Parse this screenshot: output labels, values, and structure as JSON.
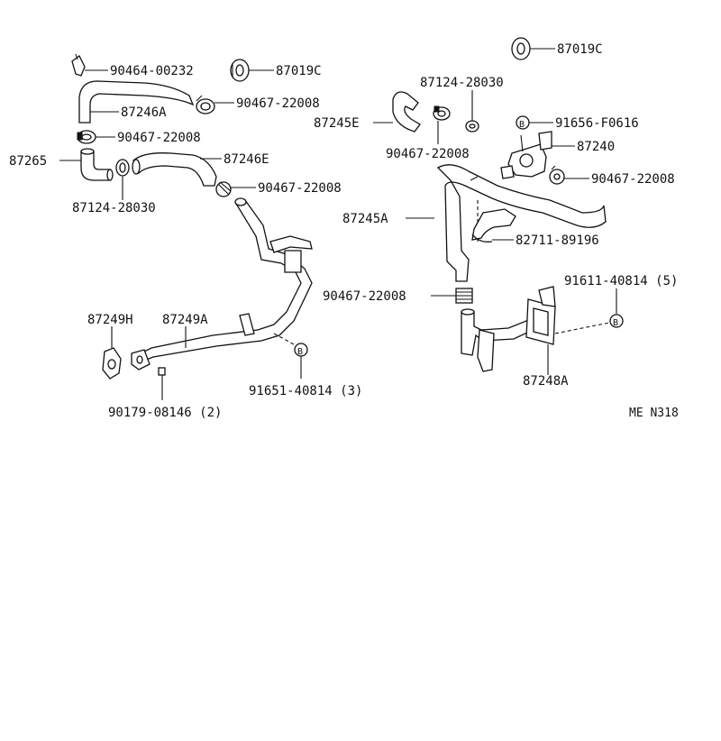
{
  "diagram": {
    "code": "ME N318",
    "callouts": [
      {
        "id": "c01",
        "text": "90464-00232"
      },
      {
        "id": "c02",
        "text": "87019C"
      },
      {
        "id": "c03",
        "text": "90467-22008"
      },
      {
        "id": "c04",
        "text": "87246A"
      },
      {
        "id": "c05",
        "text": "90467-22008"
      },
      {
        "id": "c06",
        "text": "87265"
      },
      {
        "id": "c07",
        "text": "87246E"
      },
      {
        "id": "c08",
        "text": "87124-28030"
      },
      {
        "id": "c09",
        "text": "90467-22008"
      },
      {
        "id": "c10",
        "text": "87249H"
      },
      {
        "id": "c11",
        "text": "87249A"
      },
      {
        "id": "c12",
        "text": "91651-40814 (3)"
      },
      {
        "id": "c13",
        "text": "90179-08146 (2)"
      },
      {
        "id": "c14",
        "text": "87019C"
      },
      {
        "id": "c15",
        "text": "87124-28030"
      },
      {
        "id": "c16",
        "text": "87245E"
      },
      {
        "id": "c17",
        "text": "91656-F0616"
      },
      {
        "id": "c18",
        "text": "90467-22008"
      },
      {
        "id": "c19",
        "text": "87240"
      },
      {
        "id": "c20",
        "text": "90467-22008"
      },
      {
        "id": "c21",
        "text": "87245A"
      },
      {
        "id": "c22",
        "text": "82711-89196"
      },
      {
        "id": "c23",
        "text": "91611-40814 (5)"
      },
      {
        "id": "c24",
        "text": "90467-22008"
      },
      {
        "id": "c25",
        "text": "87248A"
      }
    ],
    "bolt_marker": "B"
  }
}
